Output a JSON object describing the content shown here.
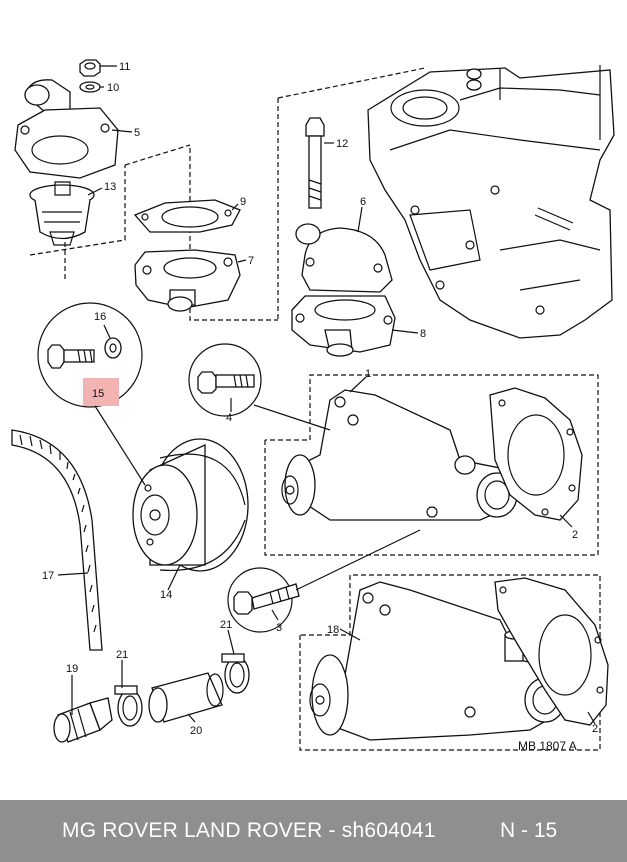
{
  "callouts": {
    "c1": "1",
    "c2a": "2",
    "c2b": "2",
    "c3": "3",
    "c4": "4",
    "c5": "5",
    "c6": "6",
    "c7": "7",
    "c8": "8",
    "c9": "9",
    "c10": "10",
    "c11": "11",
    "c12": "12",
    "c13": "13",
    "c14": "14",
    "c15": "15",
    "c16": "16",
    "c17": "17",
    "c18": "18",
    "c19": "19",
    "c20": "20",
    "c21a": "21",
    "c21b": "21"
  },
  "diagram_code": "MB 1807 A",
  "highlight_color": "#f3b3b3",
  "footer": {
    "title": "MG ROVER LAND ROVER - sh604041",
    "page": "N - 15",
    "background": "#8f8f8f"
  }
}
